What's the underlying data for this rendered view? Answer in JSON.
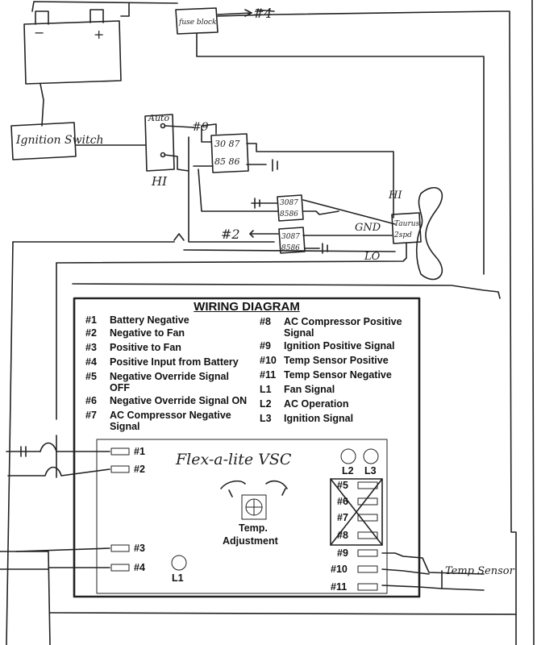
{
  "sketch": {
    "battery_minus": "−",
    "battery_plus": "+",
    "fuse_block": "fuse block",
    "wire_4": "#4",
    "ignition_switch": "Ignition Switch",
    "auto": "Auto",
    "hi_switch": "HI",
    "wire_9": "#9",
    "relay_top": "30 87",
    "relay_bottom": "85 86",
    "relay_small_top": "3087",
    "relay_small_bottom": "8586",
    "hi_fan": "HI",
    "gnd": "GND",
    "fan_motor": "Taurus 2spd",
    "lo_fan": "LO",
    "wire_2": "#2",
    "temp_sensor": "Temp Sensor"
  },
  "legend": {
    "title": "WIRING DIAGRAM",
    "left": [
      {
        "code": "#1",
        "desc": "Battery Negative"
      },
      {
        "code": "#2",
        "desc": "Negative to Fan"
      },
      {
        "code": "#3",
        "desc": "Positive to Fan"
      },
      {
        "code": "#4",
        "desc": "Positive Input from Battery"
      },
      {
        "code": "#5",
        "desc": "Negative Override Signal OFF"
      },
      {
        "code": "#6",
        "desc": "Negative Override Signal ON"
      },
      {
        "code": "#7",
        "desc": "AC Compressor Negative Signal"
      }
    ],
    "right": [
      {
        "code": "#8",
        "desc": "AC Compressor Positive Signal"
      },
      {
        "code": "#9",
        "desc": "Ignition Positive Signal"
      },
      {
        "code": "#10",
        "desc": "Temp Sensor Positive"
      },
      {
        "code": "#11",
        "desc": "Temp Sensor Negative"
      },
      {
        "code": "L1",
        "desc": "Fan Signal"
      },
      {
        "code": "L2",
        "desc": "AC Operation"
      },
      {
        "code": "L3",
        "desc": "Ignition Signal"
      }
    ]
  },
  "board": {
    "brand": "Flex-a-lite VSC",
    "pin1": "#1",
    "pin2": "#2",
    "pin3": "#3",
    "pin4": "#4",
    "pin5": "#5",
    "pin6": "#6",
    "pin7": "#7",
    "pin8": "#8",
    "pin9": "#9",
    "pin10": "#10",
    "pin11": "#11",
    "l1": "L1",
    "l2": "L2",
    "l3": "L3",
    "temp_label_1": "Temp.",
    "temp_label_2": "Adjustment"
  }
}
